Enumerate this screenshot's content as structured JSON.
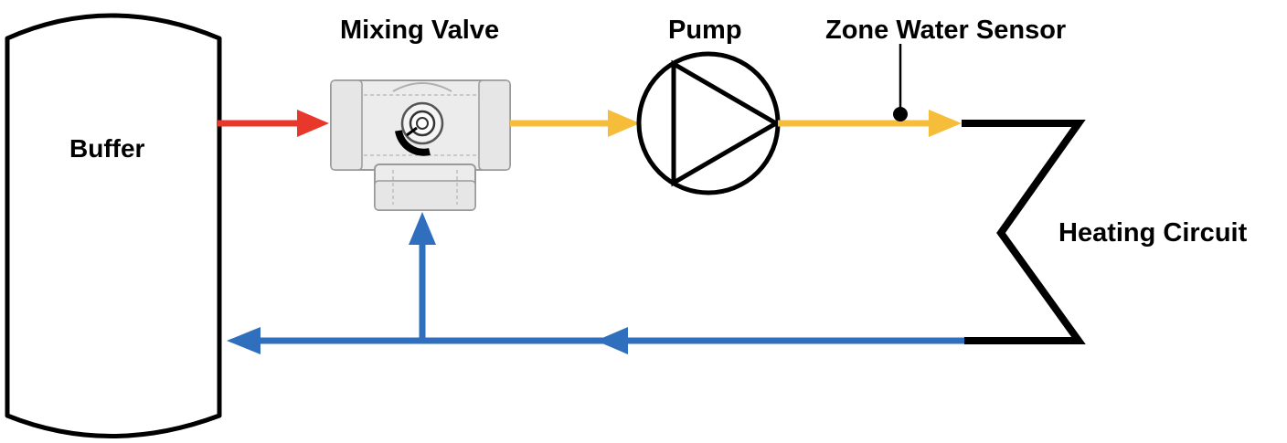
{
  "labels": {
    "buffer": "Buffer",
    "mixing_valve": "Mixing Valve",
    "pump": "Pump",
    "zone_water_sensor": "Zone Water Sensor",
    "heating_circuit": "Heating Circuit"
  },
  "colors": {
    "hot_supply": "#e8372b",
    "mixed_supply": "#f5bd3a",
    "return": "#2f6fbd",
    "circuit": "#000000",
    "valve_body": "#ececec"
  },
  "icons": {
    "buffer": "tank-icon",
    "mixing_valve": "three-way-valve-icon",
    "pump": "pump-icon",
    "sensor": "sensor-dot-icon"
  }
}
